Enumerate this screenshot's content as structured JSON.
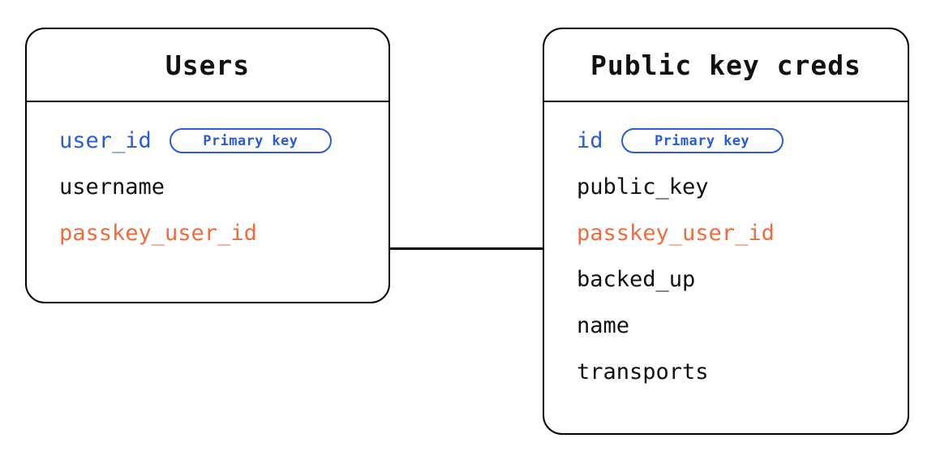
{
  "diagram": {
    "type": "entity-relationship-diagram",
    "background_color": "#ffffff",
    "colors": {
      "border": "#000000",
      "text": "#111111",
      "primary_key": "#2B5BD7",
      "foreign_key": "#EE6C40"
    }
  },
  "entities": [
    {
      "id": "users",
      "title": "Users",
      "fields": [
        {
          "name": "user_id",
          "role": "pk",
          "badge": "Primary key"
        },
        {
          "name": "username",
          "role": "plain",
          "badge": null
        },
        {
          "name": "passkey_user_id",
          "role": "fk",
          "badge": null
        }
      ]
    },
    {
      "id": "public-key-creds",
      "title": "Public key creds",
      "fields": [
        {
          "name": "id",
          "role": "pk",
          "badge": "Primary key"
        },
        {
          "name": "public_key",
          "role": "plain",
          "badge": null
        },
        {
          "name": "passkey_user_id",
          "role": "fk",
          "badge": null
        },
        {
          "name": "backed_up",
          "role": "plain",
          "badge": null
        },
        {
          "name": "name",
          "role": "plain",
          "badge": null
        },
        {
          "name": "transports",
          "role": "plain",
          "badge": null
        }
      ]
    }
  ],
  "relationships": [
    {
      "from": "users.passkey_user_id",
      "to": "public-key-creds.passkey_user_id",
      "style": "straight-line"
    }
  ]
}
